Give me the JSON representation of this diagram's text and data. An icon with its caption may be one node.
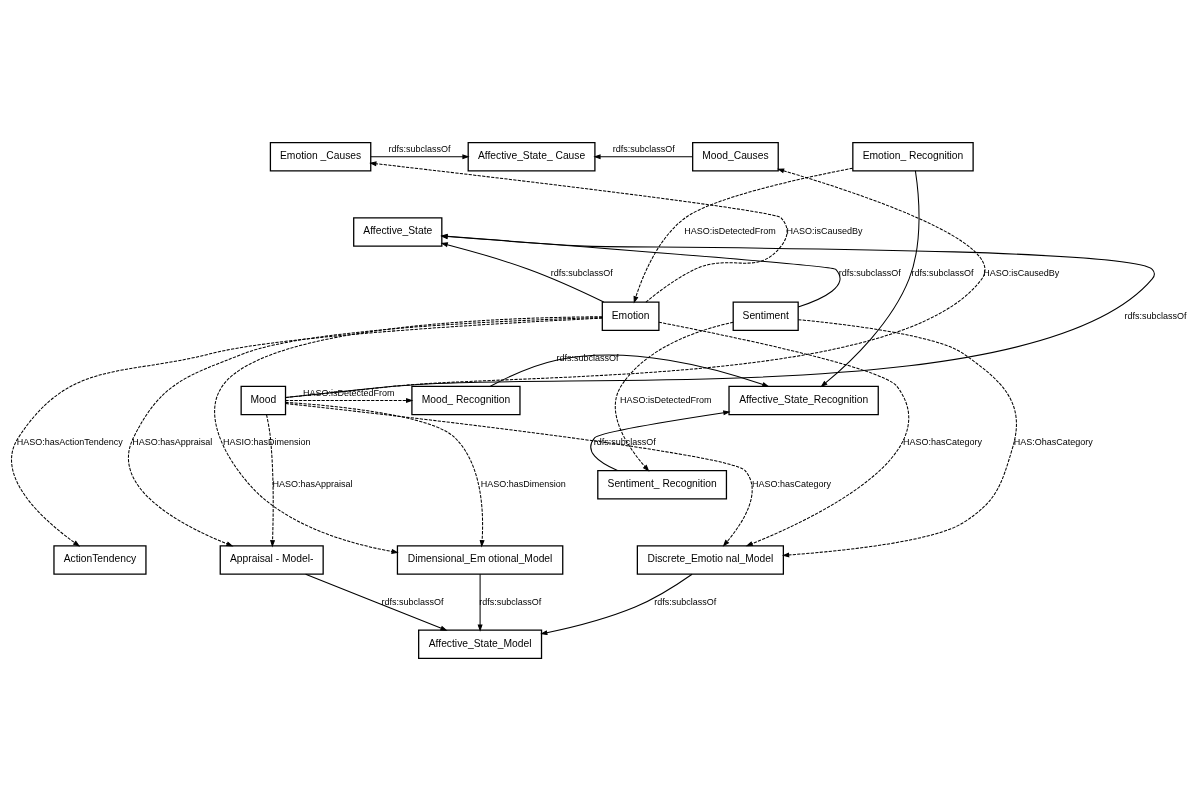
{
  "diagram": {
    "nodes": [
      {
        "text": [
          "Emotion _Causes"
        ]
      },
      {
        "text": [
          "Affective_State_ Cause"
        ]
      },
      {
        "text": [
          "Mood_Causes"
        ]
      },
      {
        "text": [
          "Emotion_ Recognition"
        ]
      },
      {
        "text": [
          "Affective_State"
        ]
      },
      {
        "text": [
          "Emotion"
        ]
      },
      {
        "text": [
          "Sentiment"
        ]
      },
      {
        "text": [
          "Affective_State_Recognition"
        ]
      },
      {
        "text": [
          "Mood"
        ]
      },
      {
        "text": [
          "Mood_ Recognition"
        ]
      },
      {
        "text": [
          "Sentiment_ Recognition"
        ]
      },
      {
        "text": [
          "ActionTendency"
        ]
      },
      {
        "text": [
          "Appraisal - Model-"
        ]
      },
      {
        "text": [
          "Dimensional_Em otional_Model"
        ]
      },
      {
        "text": [
          "Discrete_Emotio nal_Model"
        ]
      },
      {
        "text": [
          "Affective_State_Model"
        ]
      }
    ],
    "edges": [
      {
        "from": 0,
        "to": 1,
        "arrow": "to",
        "label": "rdfs:subclassOf"
      },
      {
        "from": 2,
        "to": 1,
        "arrow": "to",
        "label": "rdfs:subclassOf"
      },
      {
        "from": 5,
        "to": 0,
        "arrow": "to",
        "label": "HASO:isCausedBy",
        "style": "dashed"
      },
      {
        "from": 8,
        "to": 2,
        "arrow": "to",
        "label": "HASO:isCausedBy",
        "style": "dashed"
      },
      {
        "from": 5,
        "to": 4,
        "arrow": "to",
        "label": "rdfs:subclassOf"
      },
      {
        "from": 8,
        "to": 4,
        "arrow": "to",
        "label": "rdfs:subclassOf"
      },
      {
        "from": 6,
        "to": 4,
        "arrow": "to",
        "label": "rdfs:subclassOf"
      },
      {
        "from": 3,
        "to": 5,
        "arrow": "to",
        "label": "HASO:isDetectedFrom",
        "style": "dashed"
      },
      {
        "from": 3,
        "to": 7,
        "arrow": "to",
        "label": "rdfs:subclassOf"
      },
      {
        "from": 8,
        "to": 9,
        "arrow": "to",
        "label": "HASO:isDetectedFrom",
        "style": "dashed"
      },
      {
        "from": 9,
        "to": 7,
        "arrow": "to",
        "label": "rdfs:subclassOf"
      },
      {
        "from": 6,
        "to": 10,
        "arrow": "to",
        "label": "HASO:isDetectedFrom",
        "style": "dashed"
      },
      {
        "from": 10,
        "to": 7,
        "arrow": "to",
        "label": "rdfs:subclassOf"
      },
      {
        "from": 5,
        "to": 11,
        "arrow": "to",
        "label": "HASO:hasActionTendency",
        "style": "dashed"
      },
      {
        "from": 5,
        "to": 12,
        "arrow": "to",
        "label": "HASO:hasAppraisal",
        "style": "dashed"
      },
      {
        "from": 5,
        "to": 13,
        "arrow": "to",
        "label": "HASIO:hasDimension",
        "style": "dashed"
      },
      {
        "from": 5,
        "to": 14,
        "arrow": "to",
        "label": "HASO:hasCategory",
        "style": "dashed"
      },
      {
        "from": 8,
        "to": 12,
        "arrow": "to",
        "label": "HASO:hasAppraisal",
        "style": "dashed"
      },
      {
        "from": 8,
        "to": 13,
        "arrow": "to",
        "label": "HASO:hasDimension",
        "style": "dashed"
      },
      {
        "from": 8,
        "to": 14,
        "arrow": "to",
        "label": "HASO:hasCategory",
        "style": "dashed"
      },
      {
        "from": 6,
        "to": 14,
        "arrow": "to",
        "label": "HAS:OhasCategory",
        "style": "dashed"
      },
      {
        "from": 12,
        "to": 15,
        "arrow": "to",
        "label": "rdfs:subclassOf"
      },
      {
        "from": 13,
        "to": 15,
        "arrow": "to",
        "label": "rdfs:subclassOf"
      },
      {
        "from": 14,
        "to": 15,
        "arrow": "to",
        "label": "rdfs:subclassOf"
      }
    ]
  }
}
